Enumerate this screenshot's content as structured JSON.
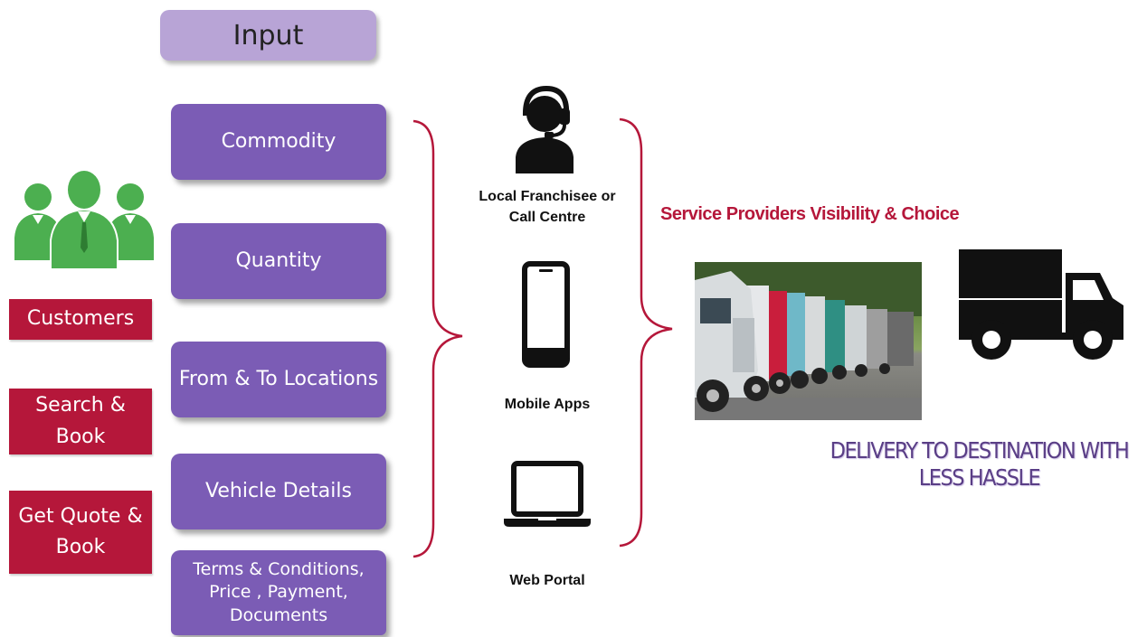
{
  "input": {
    "title": "Input"
  },
  "inputs": [
    {
      "label": "Commodity"
    },
    {
      "label": "Quantity"
    },
    {
      "label": "From & To Locations"
    },
    {
      "label": "Vehicle Details"
    },
    {
      "label": "Terms & Conditions, Price , Payment, Documents"
    }
  ],
  "customer_actions": {
    "customers": "Customers",
    "search_book": "Search & Book",
    "quote_book": "Get Quote & Book"
  },
  "channels": [
    {
      "label": "Local Franchisee or Call Centre",
      "icon": "headset-agent-icon"
    },
    {
      "label": "Mobile Apps",
      "icon": "smartphone-icon"
    },
    {
      "label": "Web Portal",
      "icon": "laptop-icon"
    }
  ],
  "service": {
    "title": "Service Providers Visibility & Choice",
    "delivery": "DELIVERY TO DESTINATION WITH LESS HASSLE"
  },
  "colors": {
    "purple": "#7b5cb5",
    "light_purple": "#b8a4d6",
    "crimson": "#b5173a",
    "customer_green": "#4caf50"
  }
}
